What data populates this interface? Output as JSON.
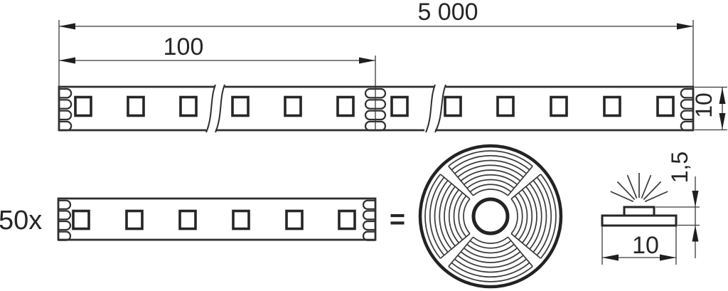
{
  "labels": {
    "total_length": "5 000",
    "segment_length": "100",
    "strip_width": "10",
    "segment_count": "50x",
    "equals": "=",
    "profile_height": "1,5",
    "profile_width": "10"
  },
  "colors": {
    "background": "#ffffff",
    "line": "#2f2f2f",
    "text": "#262626"
  },
  "counts": {
    "led_chips_on_long_strip": 12,
    "led_chips_per_segment": 6,
    "solder_pads_per_end": 4,
    "break_marks": 2,
    "reel_sectors": 4,
    "light_rays": 7
  }
}
